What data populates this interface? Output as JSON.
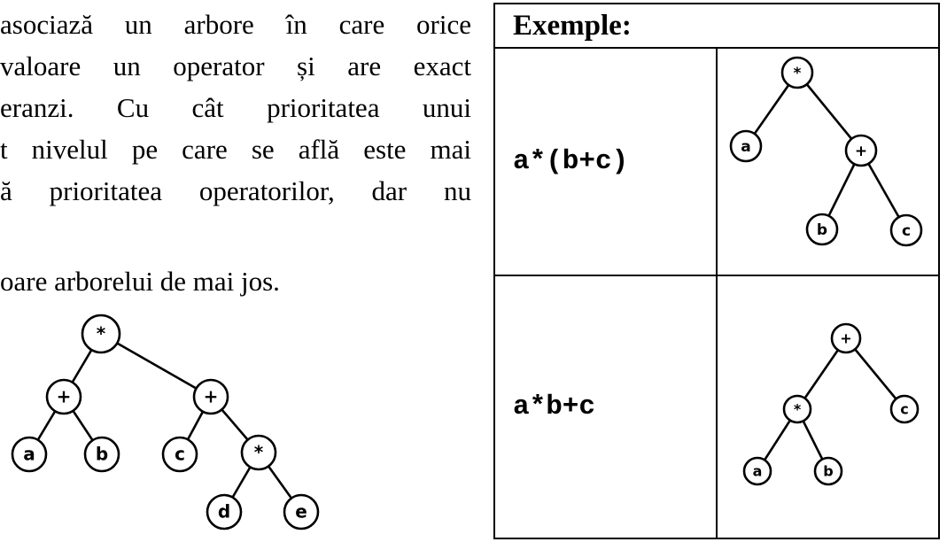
{
  "paragraph": {
    "lines": [
      "asociază un arbore în care orice",
      " valoare un operator și are exact",
      "eranzi. Cu cât prioritatea unui",
      "t nivelul pe care se află este mai",
      "ă prioritatea operatorilor, dar nu"
    ],
    "footer": "oare arborelui de mai jos."
  },
  "main_tree": {
    "root": "*",
    "left_op": "+",
    "left_a": "a",
    "left_b": "b",
    "right_op": "+",
    "right_c": "c",
    "right_mul": "*",
    "right_d": "d",
    "right_e": "e"
  },
  "examples": {
    "header": "Exemple:",
    "rows": [
      {
        "expression": "a*(b+c)",
        "tree": {
          "root": "*",
          "a": "a",
          "op": "+",
          "b": "b",
          "c": "c"
        }
      },
      {
        "expression": "a*b+c",
        "tree": {
          "root": "+",
          "op": "*",
          "c": "c",
          "a": "a",
          "b": "b"
        }
      }
    ]
  }
}
